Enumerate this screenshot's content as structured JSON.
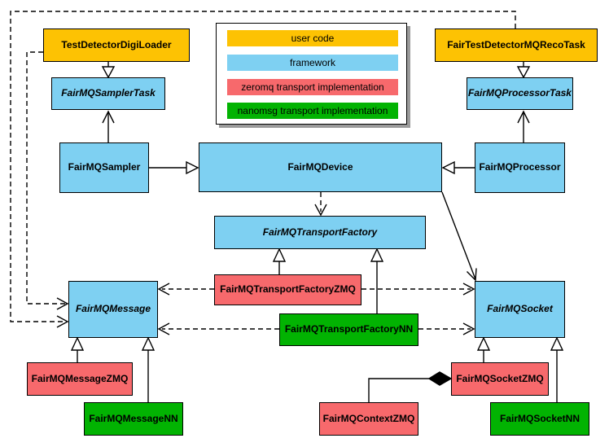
{
  "palette": {
    "user_code": "#fdc203",
    "framework": "#7ed0f2",
    "zeromq_impl": "#f7696c",
    "nanomsg_impl": "#02b302",
    "line": "#000000",
    "legend_shadow": "#9a9a9a"
  },
  "legend": {
    "items": [
      {
        "label": "user code",
        "color": "#fdc203"
      },
      {
        "label": "framework",
        "color": "#7ed0f2"
      },
      {
        "label": "zeromq transport implementation",
        "color": "#f7696c"
      },
      {
        "label": "nanomsg transport implementation",
        "color": "#02b302"
      }
    ]
  },
  "nodes": {
    "test_detector_digi_loader": {
      "label": "TestDetectorDigiLoader",
      "layer": "user code",
      "abstract": false
    },
    "fair_test_detector_mq_reco_task": {
      "label": "FairTestDetectorMQRecoTask",
      "layer": "user code",
      "abstract": false
    },
    "fairmq_sampler_task": {
      "label": "FairMQSamplerTask",
      "layer": "framework",
      "abstract": true
    },
    "fairmq_processor_task": {
      "label": "FairMQProcessorTask",
      "layer": "framework",
      "abstract": true
    },
    "fairmq_sampler": {
      "label": "FairMQSampler",
      "layer": "framework",
      "abstract": false
    },
    "fairmq_device": {
      "label": "FairMQDevice",
      "layer": "framework",
      "abstract": false
    },
    "fairmq_processor": {
      "label": "FairMQProcessor",
      "layer": "framework",
      "abstract": false
    },
    "fairmq_transport_factory": {
      "label": "FairMQTransportFactory",
      "layer": "framework",
      "abstract": true
    },
    "fairmq_transport_factory_zmq": {
      "label": "FairMQTransportFactoryZMQ",
      "layer": "zeromq transport implementation",
      "abstract": false
    },
    "fairmq_transport_factory_nn": {
      "label": "FairMQTransportFactoryNN",
      "layer": "nanomsg transport implementation",
      "abstract": false
    },
    "fairmq_message": {
      "label": "FairMQMessage",
      "layer": "framework",
      "abstract": true
    },
    "fairmq_socket": {
      "label": "FairMQSocket",
      "layer": "framework",
      "abstract": true
    },
    "fairmq_message_zmq": {
      "label": "FairMQMessageZMQ",
      "layer": "zeromq transport implementation",
      "abstract": false
    },
    "fairmq_message_nn": {
      "label": "FairMQMessageNN",
      "layer": "nanomsg transport implementation",
      "abstract": false
    },
    "fairmq_socket_zmq": {
      "label": "FairMQSocketZMQ",
      "layer": "zeromq transport implementation",
      "abstract": false
    },
    "fairmq_socket_nn": {
      "label": "FairMQSocketNN",
      "layer": "nanomsg transport implementation",
      "abstract": false
    },
    "fairmq_context_zmq": {
      "label": "FairMQContextZMQ",
      "layer": "zeromq transport implementation",
      "abstract": false
    }
  },
  "edges": [
    {
      "from": "TestDetectorDigiLoader",
      "to": "FairMQSamplerTask",
      "type": "generalization-solid-hollow-triangle"
    },
    {
      "from": "FairMQSampler",
      "to": "FairMQSamplerTask",
      "type": "solid-open-arrow"
    },
    {
      "from": "FairTestDetectorMQRecoTask",
      "to": "FairMQProcessorTask",
      "type": "generalization-solid-hollow-triangle"
    },
    {
      "from": "FairMQProcessor",
      "to": "FairMQProcessorTask",
      "type": "solid-open-arrow"
    },
    {
      "from": "FairMQSampler",
      "to": "FairMQDevice",
      "type": "generalization-solid-hollow-triangle"
    },
    {
      "from": "FairMQProcessor",
      "to": "FairMQDevice",
      "type": "generalization-solid-hollow-triangle"
    },
    {
      "from": "FairMQDevice",
      "to": "FairMQTransportFactory",
      "type": "dashed-open-arrow"
    },
    {
      "from": "FairMQDevice",
      "to": "FairMQSocket",
      "type": "solid-open-arrow"
    },
    {
      "from": "FairMQTransportFactoryZMQ",
      "to": "FairMQTransportFactory",
      "type": "generalization-solid-hollow-triangle"
    },
    {
      "from": "FairMQTransportFactoryNN",
      "to": "FairMQTransportFactory",
      "type": "generalization-solid-hollow-triangle"
    },
    {
      "from": "FairMQTransportFactoryZMQ",
      "to": "FairMQMessage",
      "type": "dashed-open-arrow"
    },
    {
      "from": "FairMQTransportFactoryZMQ",
      "to": "FairMQSocket",
      "type": "dashed-open-arrow"
    },
    {
      "from": "FairMQTransportFactoryNN",
      "to": "FairMQMessage",
      "type": "dashed-open-arrow"
    },
    {
      "from": "FairMQTransportFactoryNN",
      "to": "FairMQSocket",
      "type": "dashed-open-arrow"
    },
    {
      "from": "FairMQMessageZMQ",
      "to": "FairMQMessage",
      "type": "generalization-solid-hollow-triangle"
    },
    {
      "from": "FairMQMessageNN",
      "to": "FairMQMessage",
      "type": "generalization-solid-hollow-triangle"
    },
    {
      "from": "FairMQSocketZMQ",
      "to": "FairMQSocket",
      "type": "generalization-solid-hollow-triangle"
    },
    {
      "from": "FairMQSocketNN",
      "to": "FairMQSocket",
      "type": "generalization-solid-hollow-triangle"
    },
    {
      "from": "TestDetectorDigiLoader",
      "to": "FairMQMessage",
      "type": "dashed-open-arrow"
    },
    {
      "from": "FairTestDetectorMQRecoTask",
      "to": "FairMQMessage",
      "type": "dashed-open-arrow"
    },
    {
      "from": "FairMQContextZMQ",
      "to": "FairMQSocketZMQ",
      "type": "composition-filled-diamond"
    }
  ]
}
